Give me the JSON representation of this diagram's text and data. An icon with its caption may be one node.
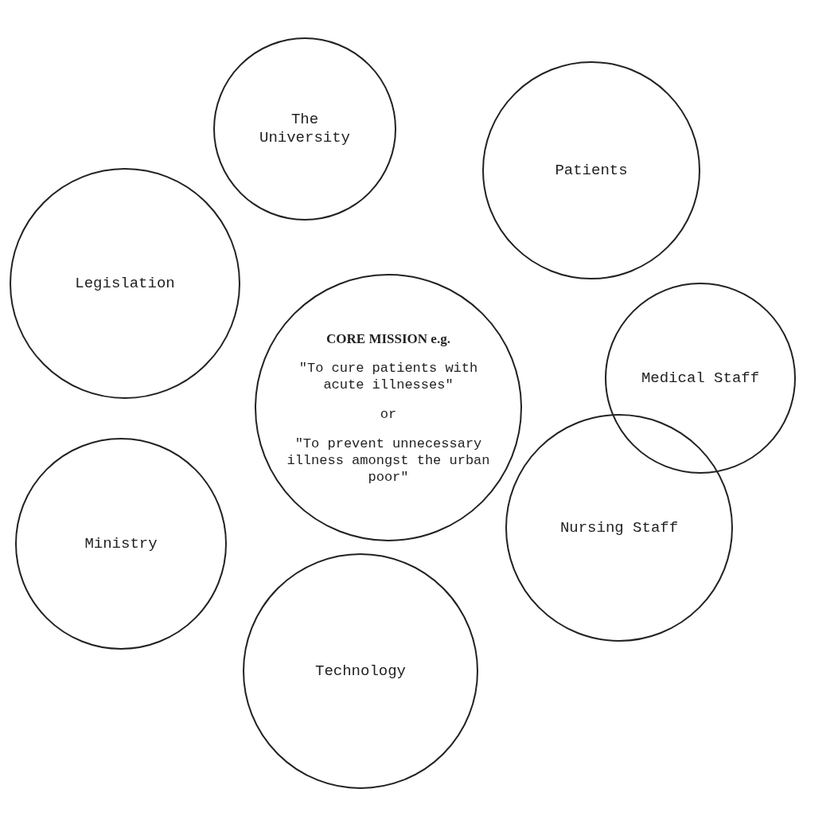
{
  "diagram": {
    "nodes": [
      {
        "text": [
          "The University"
        ]
      },
      {
        "text": [
          "Patients"
        ]
      },
      {
        "text": [
          "Legislation"
        ]
      },
      {
        "text": [
          "CORE MISSION e.g.",
          "\"To cure patients with acute illnesses\"",
          "or",
          "\"To prevent unnecessary illness amongst the urban poor\""
        ]
      },
      {
        "text": [
          "Medical Staff"
        ]
      },
      {
        "text": [
          "Ministry"
        ]
      },
      {
        "text": [
          "Nursing Staff"
        ]
      },
      {
        "text": [
          "Technology"
        ]
      }
    ]
  }
}
